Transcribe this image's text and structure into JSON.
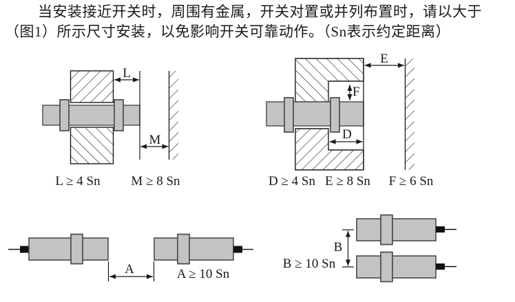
{
  "intro": {
    "line1": "当安装接近开关时，周围有金属，开关对置或并列布置时，请以大于",
    "line2": "（图1）所示尺寸安装，以免影响开关可靠动作。（Sn表示约定距离）"
  },
  "figure": {
    "flush_mount": {
      "dim_l_label": "L",
      "dim_m_label": "M",
      "formula_l": "L ≥ 4 Sn",
      "formula_m": "M ≥ 8 Sn"
    },
    "recessed_mount": {
      "dim_e_label": "E",
      "dim_f_label": "F",
      "dim_d_label": "D",
      "formula_d": "D ≥ 4 Sn",
      "formula_e": "E ≥ 8 Sn",
      "formula_f": "F ≥ 6 Sn"
    },
    "face_to_face": {
      "dim_a_label": "A",
      "formula_a": "A ≥ 10 Sn"
    },
    "side_by_side": {
      "dim_b_label": "B",
      "formula_b": "B ≥ 10 Sn"
    }
  },
  "colors": {
    "background": "#ffffff",
    "text": "#1a1a1a",
    "line": "#1a1a1a",
    "sensor_body_fill": "#c3c3c3",
    "sensor_outline": "#4a4a4a",
    "cable_stub": "#111111"
  }
}
